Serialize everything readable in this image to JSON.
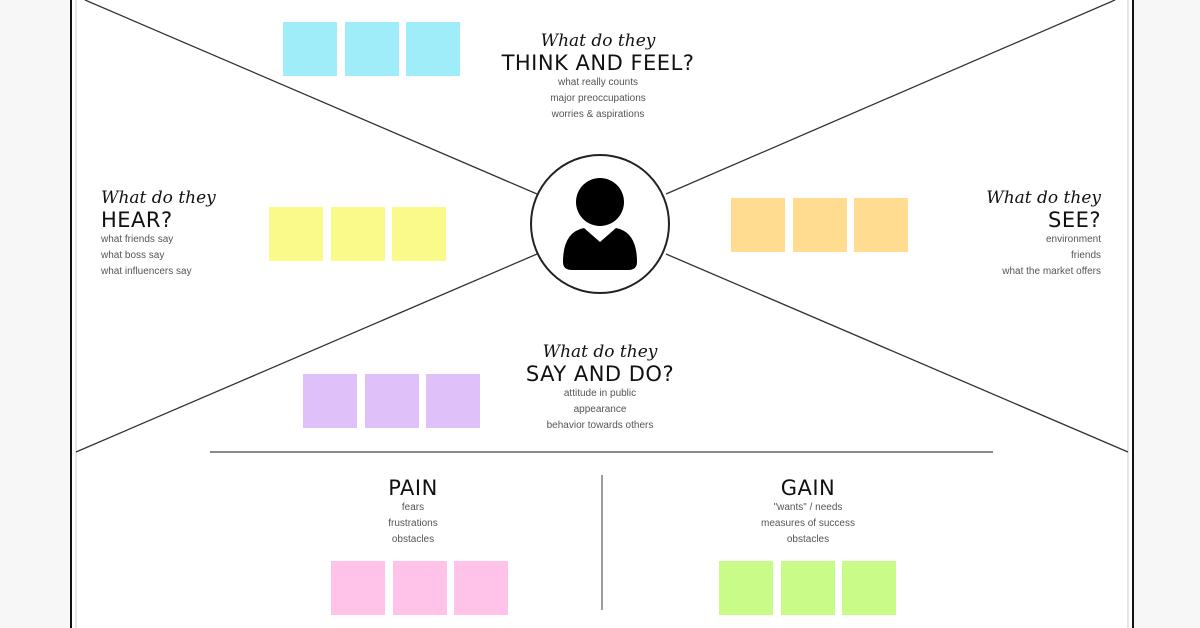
{
  "think": {
    "script": "What do they",
    "title": "THINK AND FEEL?",
    "items": [
      "what really counts",
      "major preoccupations",
      "worries & aspirations"
    ],
    "color": "#a0edfa"
  },
  "hear": {
    "script": "What do they",
    "title": "HEAR?",
    "items": [
      "what friends say",
      "what boss say",
      "what influencers say"
    ],
    "color": "#fafa8a"
  },
  "see": {
    "script": "What do they",
    "title": "SEE?",
    "items": [
      "environment",
      "friends",
      "what the market offers"
    ],
    "color": "#ffdc8f"
  },
  "say": {
    "script": "What do they",
    "title": "SAY AND DO?",
    "items": [
      "attitude in public",
      "appearance",
      "behavior towards others"
    ],
    "color": "#e0c0f8"
  },
  "pain": {
    "title": "PAIN",
    "items": [
      "fears",
      "frustrations",
      "obstacles"
    ],
    "color": "#ffc2e8"
  },
  "gain": {
    "title": "GAIN",
    "items": [
      "\"wants\" / needs",
      "measures of success",
      "obstacles"
    ],
    "color": "#c8fb88"
  },
  "center_icon": "person-icon"
}
